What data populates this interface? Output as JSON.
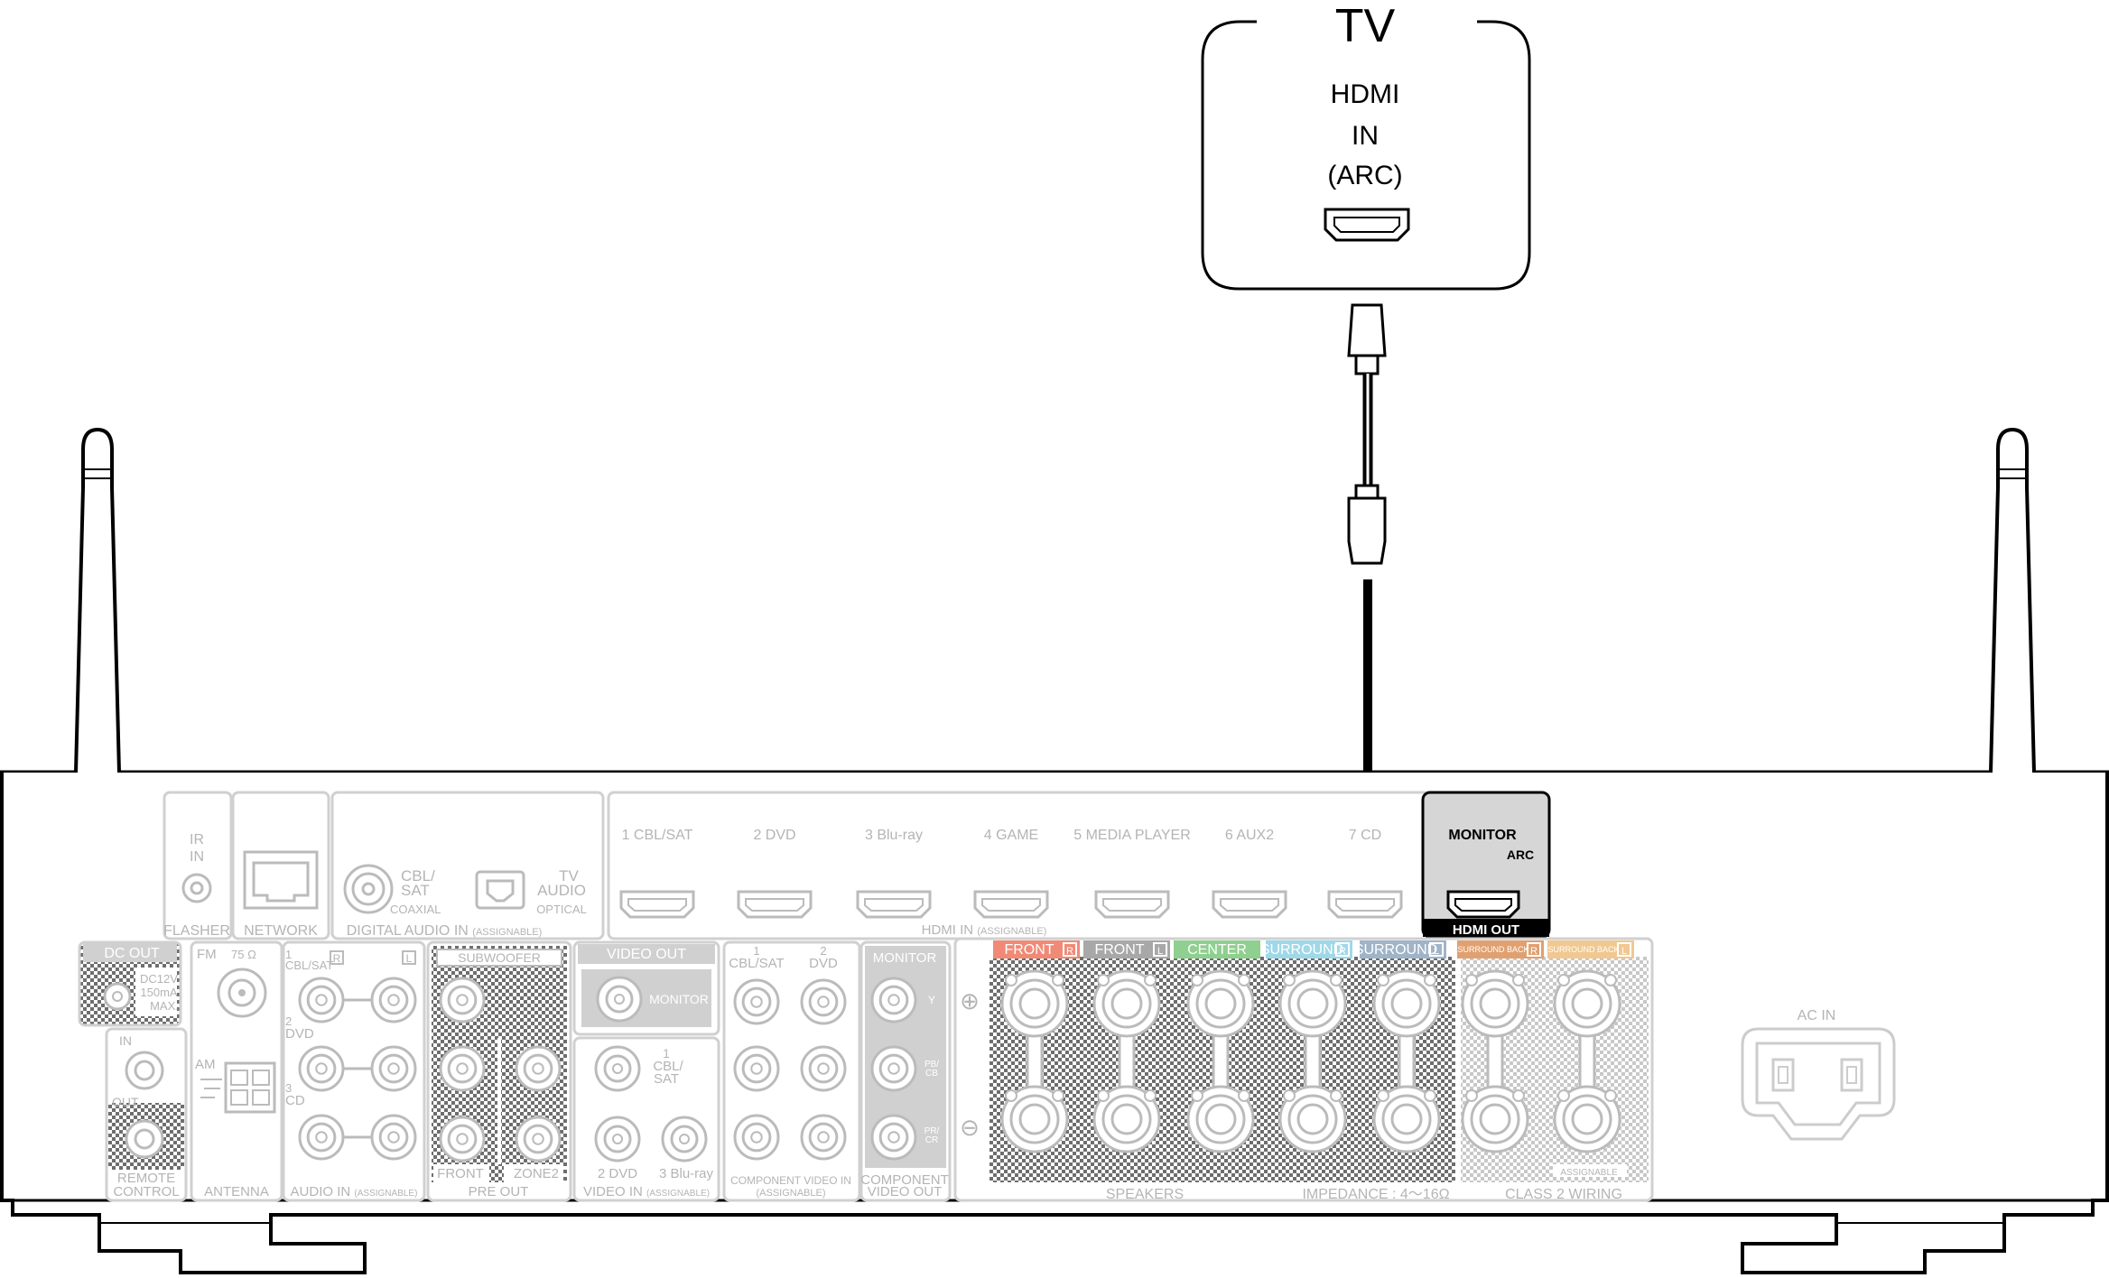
{
  "tv": {
    "title": "TV",
    "hdmi": "HDMI",
    "in": "IN",
    "arc": "(ARC)"
  },
  "receiver": {
    "flasher": {
      "ir": "IR",
      "in": "IN",
      "caption": "FLASHER"
    },
    "network": "NETWORK",
    "digital_audio": {
      "cbl": "CBL/",
      "sat": "SAT",
      "coaxial": "COAXIAL",
      "tv": "TV",
      "audio": "AUDIO",
      "optical": "OPTICAL",
      "caption": "DIGITAL AUDIO IN",
      "caption_small": "(ASSIGNABLE)"
    },
    "hdmi_in": {
      "inputs": [
        "1 CBL/SAT",
        "2 DVD",
        "3 Blu-ray",
        "4 GAME",
        "5 MEDIA PLAYER",
        "6 AUX2",
        "7 CD"
      ],
      "caption": "HDMI IN",
      "caption_small": "(ASSIGNABLE)"
    },
    "hdmi_out": {
      "monitor": "MONITOR",
      "arc": "ARC",
      "caption": "HDMI OUT"
    },
    "dc_out": {
      "title": "DC OUT",
      "spec1": "DC12V",
      "spec2": "150mA",
      "spec3": "MAX."
    },
    "remote": {
      "in": "IN",
      "out": "OUT",
      "caption1": "REMOTE",
      "caption2": "CONTROL"
    },
    "antenna": {
      "fm": "FM",
      "ohm": "75 Ω",
      "am": "AM",
      "caption": "ANTENNA"
    },
    "audio_in": {
      "n1": "1",
      "n1_label": "CBL/SAT",
      "r": "R",
      "l": "L",
      "n2": "2",
      "n2_label": "DVD",
      "n3": "3",
      "n3_label": "CD",
      "caption": "AUDIO IN",
      "caption_small": "(ASSIGNABLE)"
    },
    "pre_out": {
      "subwoofer": "SUBWOOFER",
      "front": "FRONT",
      "zone2": "ZONE2",
      "caption": "PRE OUT"
    },
    "video_out": {
      "title": "VIDEO OUT",
      "monitor": "MONITOR"
    },
    "video_in": {
      "n1": "1",
      "cbl": "CBL/",
      "sat": "SAT",
      "n2": "2 DVD",
      "n3": "3 Blu-ray",
      "caption": "VIDEO IN",
      "caption_small": "(ASSIGNABLE)"
    },
    "component_in": {
      "n1": "1",
      "n1_label": "CBL/SAT",
      "n2": "2",
      "n2_label": "DVD",
      "caption1": "COMPONENT VIDEO IN",
      "caption2": "(ASSIGNABLE)"
    },
    "component_out": {
      "title": "MONITOR",
      "y": "Y",
      "pb": "PB/",
      "cb": "CB",
      "pr": "PR/",
      "cr": "CR",
      "caption1": "COMPONENT",
      "caption2": "VIDEO OUT"
    },
    "speakers": {
      "channels": [
        "FRONT",
        "FRONT",
        "CENTER",
        "SURROUND",
        "SURROUND",
        "SURROUND BACK",
        "SURROUND BACK"
      ],
      "sides": [
        "R",
        "L",
        "",
        "R",
        "L",
        "R",
        "L"
      ],
      "colors": [
        "#f08a76",
        "#a8a8a8",
        "#8fcf8f",
        "#9fd8e8",
        "#a0b4c8",
        "#e0a070",
        "#f0c890"
      ],
      "caption": "SPEAKERS",
      "impedance": "IMPEDANCE : 4～16Ω",
      "class2": "CLASS 2 WIRING",
      "assignable": "ASSIGNABLE",
      "plus": "⊕",
      "minus": "⊖"
    },
    "ac_in": "AC IN"
  }
}
